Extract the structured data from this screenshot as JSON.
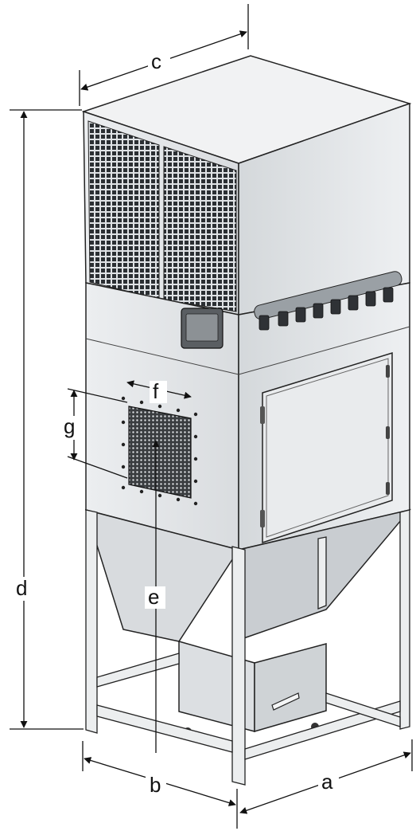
{
  "dimensions": {
    "a": "a",
    "b": "b",
    "c": "c",
    "d": "d",
    "e": "e",
    "f": "f",
    "g": "g"
  },
  "colors": {
    "line": "#111111",
    "metal_light": "#e6e8ea",
    "metal_mid": "#cfd3d6",
    "metal_dark": "#a9aeb2",
    "grille": "#2b2f33",
    "accent_dark": "#3a3d40"
  }
}
